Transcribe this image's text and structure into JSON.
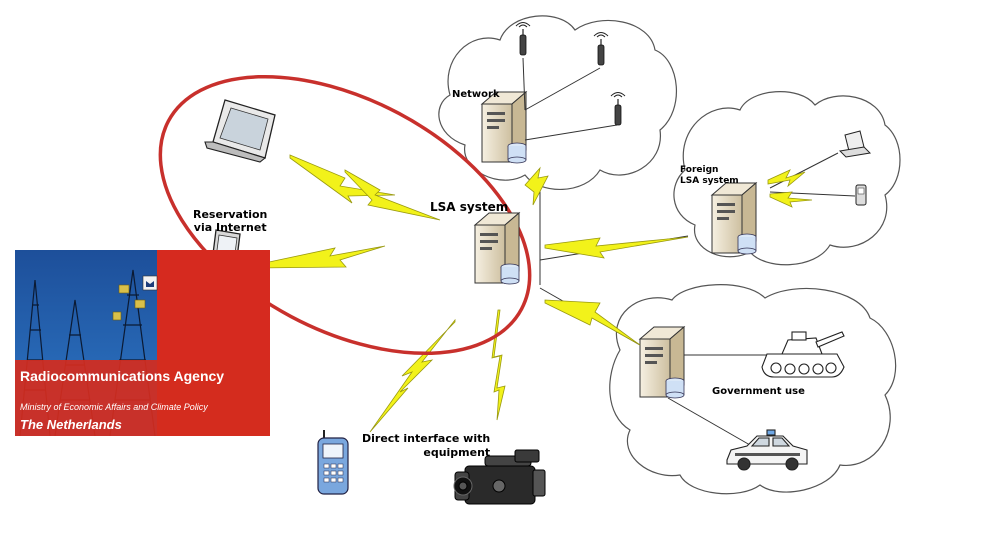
{
  "labels": {
    "network": "Network",
    "foreign_lsa": "Foreign\nLSA system",
    "reservation": "Reservation\nvia Internet",
    "lsa_system": "LSA system",
    "government_use": "Government use",
    "direct_interface": "Direct interface with\nequipment"
  },
  "banner": {
    "title": "Radiocommunications Agency",
    "subtitle": "Ministry of Economic Affairs and Climate Policy",
    "country": "The Netherlands"
  },
  "colors": {
    "ellipse": "#c8302c",
    "lightning": "#f2f21a",
    "lightning_stroke": "#9a9a10",
    "server": "#e7dcc4",
    "database": "#cfe0f5",
    "banner_blue": "#0f3f82",
    "banner_red": "#d62a1f"
  }
}
